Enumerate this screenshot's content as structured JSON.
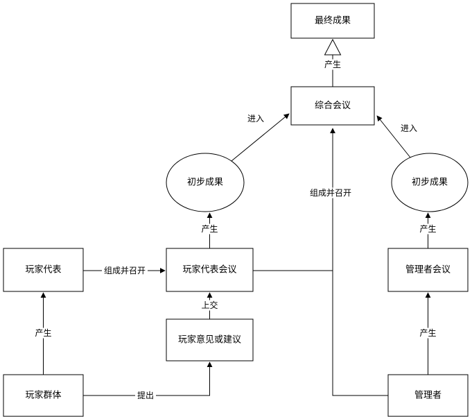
{
  "diagram": {
    "title": "flowchart",
    "colors": {
      "stroke": "#000000",
      "node_fill": "#ffffff",
      "background": "#ffffff",
      "text": "#000000"
    },
    "nodes": {
      "final_result": "最终成果",
      "comprehensive_meeting": "综合会议",
      "preliminary_result_left": "初步成果",
      "preliminary_result_right": "初步成果",
      "player_representative": "玩家代表",
      "player_representative_meeting": "玩家代表会议",
      "manager_meeting": "管理者会议",
      "player_opinion": "玩家意见或建议",
      "player_group": "玩家群体",
      "manager": "管理者"
    },
    "edge_labels": {
      "produce_top": "产生",
      "enter_left": "进入",
      "enter_right": "进入",
      "form_convene_mid": "组成并召开",
      "produce_left_mid": "产生",
      "produce_right_mid": "产生",
      "form_convene_left": "组成并召开",
      "submit": "上交",
      "produce_bottom_left": "产生",
      "propose": "提出",
      "produce_bottom_right": "产生"
    }
  }
}
